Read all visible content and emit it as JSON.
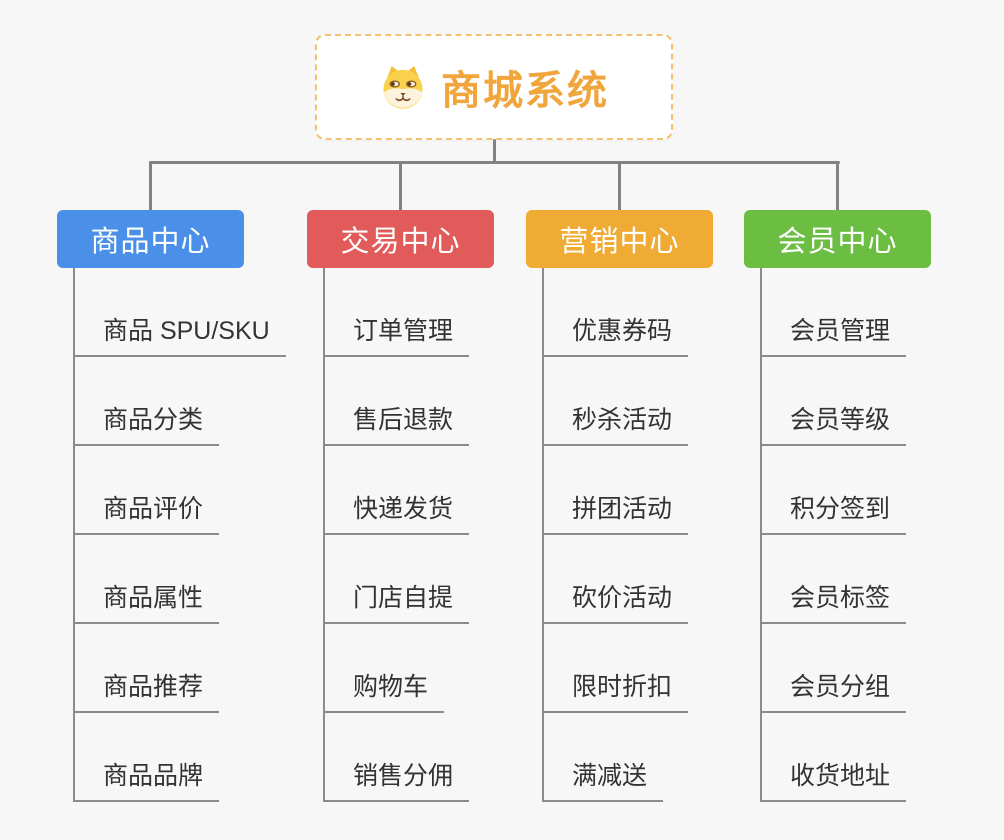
{
  "root": {
    "title": "商城系统",
    "icon": "dog-face-icon",
    "accent_color": "#F0A63C"
  },
  "branches": [
    {
      "label": "商品中心",
      "color": "#4A90E8",
      "children": [
        "商品 SPU/SKU",
        "商品分类",
        "商品评价",
        "商品属性",
        "商品推荐",
        "商品品牌"
      ]
    },
    {
      "label": "交易中心",
      "color": "#E25B5B",
      "children": [
        "订单管理",
        "售后退款",
        "快递发货",
        "门店自提",
        "购物车",
        "销售分佣"
      ]
    },
    {
      "label": "营销中心",
      "color": "#EFAB33",
      "children": [
        "优惠券码",
        "秒杀活动",
        "拼团活动",
        "砍价活动",
        "限时折扣",
        "满减送"
      ]
    },
    {
      "label": "会员中心",
      "color": "#6BBE42",
      "children": [
        "会员管理",
        "会员等级",
        "积分签到",
        "会员标签",
        "会员分组",
        "收货地址"
      ]
    }
  ],
  "connector_color": "#828282",
  "line_color": "#8B8B8B",
  "text_color": "#333333"
}
